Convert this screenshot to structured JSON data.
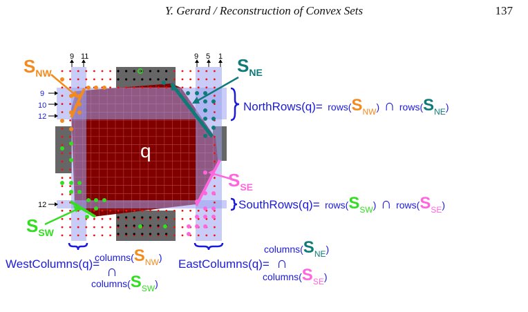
{
  "header": {
    "running_head": "Y. Gerard / Reconstruction of Convex Sets",
    "page_number": "137"
  },
  "figure": {
    "region_label": "q",
    "top_col_labels_left": [
      "9",
      "11"
    ],
    "top_col_labels_right": [
      "9",
      "5",
      "1"
    ],
    "left_row_labels": [
      "9",
      "10",
      "12"
    ],
    "bottom_row_label": "12",
    "sets": {
      "nw": {
        "letter": "S",
        "sub": "NW",
        "color": "#f28a1e"
      },
      "ne": {
        "letter": "S",
        "sub": "NE",
        "color": "#0f7a78"
      },
      "sw": {
        "letter": "S",
        "sub": "SW",
        "color": "#33dd22"
      },
      "se": {
        "letter": "S",
        "sub": "SE",
        "color": "#ff66dd"
      }
    },
    "formulas": {
      "north": {
        "lhs": "NorthRows(q)=",
        "fn": "rows(",
        "op": "∩",
        "close": ")"
      },
      "south": {
        "lhs": "SouthRows(q)=",
        "fn": "rows(",
        "op": "∩",
        "close": ")"
      },
      "west": {
        "lhs": "WestColumns(q)=",
        "fn": "columns(",
        "op": "∩",
        "close": ")"
      },
      "east": {
        "lhs": "EastColumns(q)=",
        "fn": "columns(",
        "op": "∩",
        "close": ")"
      }
    },
    "colors": {
      "formula_blue": "#1a1adc",
      "region_fill": "#800000",
      "band_blue": "#9aa2f0",
      "band_gray": "#666666",
      "dot_red": "#ee1111"
    }
  }
}
